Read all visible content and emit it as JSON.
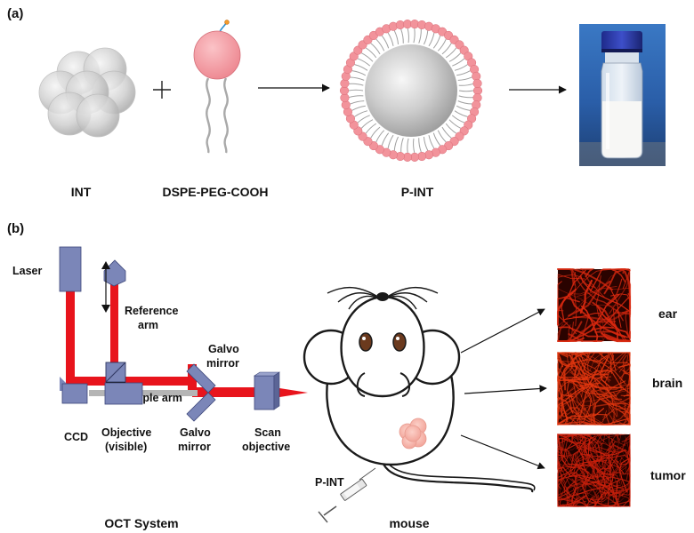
{
  "panel_a": {
    "label": "(a)",
    "int_label": "INT",
    "dspe_label": "DSPE-PEG-COOH",
    "pint_label": "P-INT"
  },
  "panel_b": {
    "label": "(b)",
    "laser": "Laser",
    "reference_arm_1": "Reference",
    "reference_arm_2": "arm",
    "galvo_top_1": "Galvo",
    "galvo_top_2": "mirror",
    "sample_arm": "Sample arm",
    "ccd": "CCD",
    "objective_1": "Objective",
    "objective_2": "(visible)",
    "galvo_bottom_1": "Galvo",
    "galvo_bottom_2": "mirror",
    "scan_1": "Scan",
    "scan_2": "objective",
    "oct_system": "OCT System",
    "pint_syringe": "P-INT",
    "mouse": "mouse",
    "ear": "ear",
    "brain": "brain",
    "tumor": "tumor"
  },
  "colors": {
    "beam_red": "#e8141c",
    "beam_gray": "#b5b5b5",
    "optics_blue": "#7b86b8",
    "lipid_pink": "#f2939b",
    "vessel_red": "#d8280f"
  }
}
